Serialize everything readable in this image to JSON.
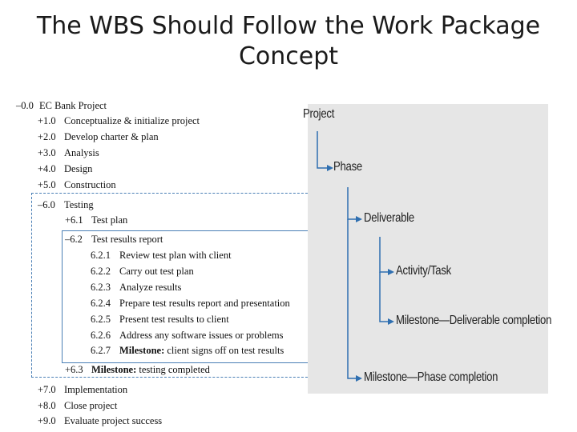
{
  "slide": {
    "title_line1": "The WBS Should Follow the Work Package",
    "title_line2": "Concept"
  },
  "wbs": {
    "rows": [
      {
        "num": "–0.0",
        "label": "EC Bank Project"
      },
      {
        "num": "+1.0",
        "label": "Conceptualize & initialize project"
      },
      {
        "num": "+2.0",
        "label": "Develop charter & plan"
      },
      {
        "num": "+3.0",
        "label": "Analysis"
      },
      {
        "num": "+4.0",
        "label": "Design"
      },
      {
        "num": "+5.0",
        "label": "Construction"
      },
      {
        "num": "–6.0",
        "label": "Testing"
      },
      {
        "num": "+6.1",
        "label": "Test plan"
      },
      {
        "num": "–6.2",
        "label": "Test results report"
      },
      {
        "num": "6.2.1",
        "label": "Review test plan with client"
      },
      {
        "num": "6.2.2",
        "label": "Carry out test plan"
      },
      {
        "num": "6.2.3",
        "label": "Analyze results"
      },
      {
        "num": "6.2.4",
        "label": "Prepare test results report and presentation"
      },
      {
        "num": "6.2.5",
        "label": "Present test results to client"
      },
      {
        "num": "6.2.6",
        "label": "Address any software issues or problems"
      },
      {
        "num": "6.2.7",
        "bold": "Milestone:",
        "label": "client signs off on test results"
      },
      {
        "num": "+6.3",
        "bold": "Milestone:",
        "label": "testing completed"
      },
      {
        "num": "+7.0",
        "label": "Implementation"
      },
      {
        "num": "+8.0",
        "label": "Close project"
      },
      {
        "num": "+9.0",
        "label": "Evaluate project success"
      }
    ]
  },
  "hierarchy": {
    "project": "Project",
    "phase": "Phase",
    "deliverable": "Deliverable",
    "activity": "Activity/Task",
    "milestone_deliverable": "Milestone—Deliverable completion",
    "milestone_phase": "Milestone—Phase completion"
  },
  "colors": {
    "arrow": "#2f6fb0",
    "frame": "#4a7fb5"
  }
}
